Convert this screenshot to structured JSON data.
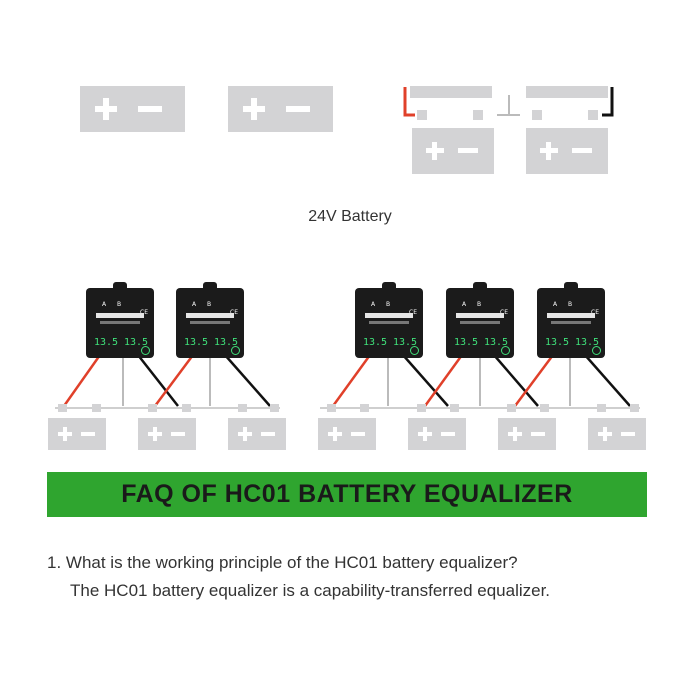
{
  "caption": "24V Battery",
  "faq_banner": "FAQ OF HC01 BATTERY EQUALIZER",
  "faq": [
    {
      "question": "1. What is the working principle of the HC01 battery equalizer?",
      "answer": "The HC01 battery equalizer is a capability-transferred equalizer."
    }
  ],
  "equalizer": {
    "terminal_a": "A",
    "terminal_b": "B",
    "ce_mark": "CE",
    "display_left": "13.5",
    "display_right": "13.5"
  },
  "colors": {
    "battery": "#d3d3d5",
    "banner": "#2fa52f",
    "display": "#3fe07a",
    "wire_positive": "#e0402a",
    "wire_negative": "#111111"
  }
}
